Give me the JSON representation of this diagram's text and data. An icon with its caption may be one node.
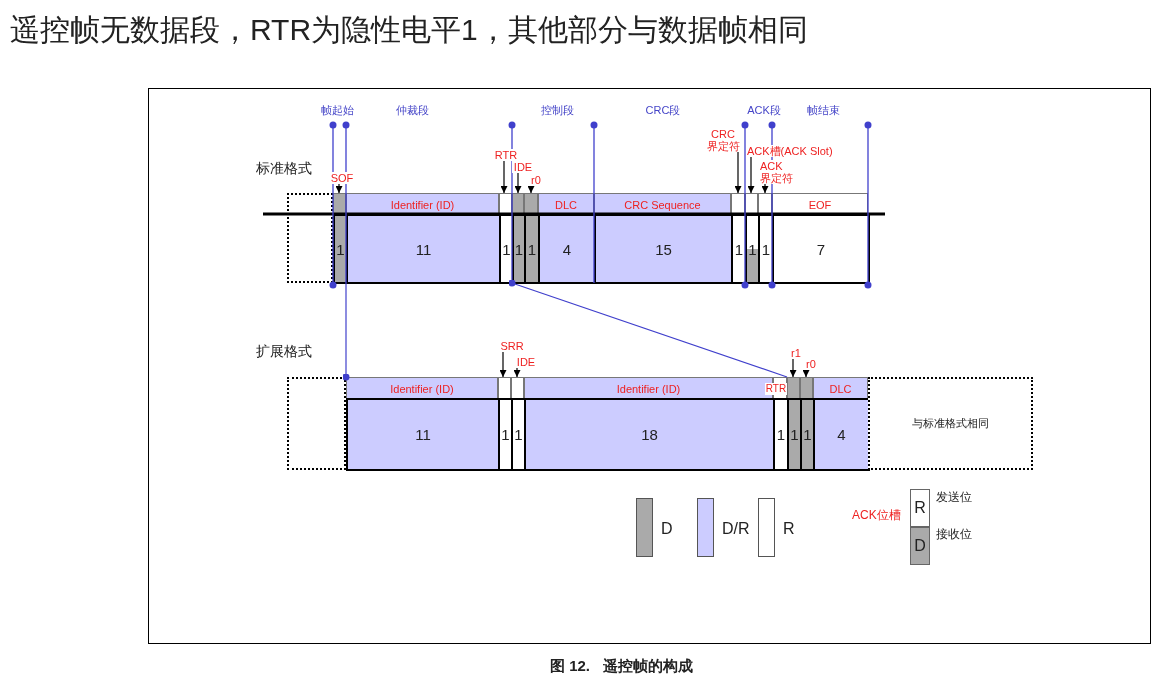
{
  "diagram": {
    "title": "遥控帧无数据段，RTR为隐性电平1，其他部分与数据帧相同",
    "caption": "图 12.   遥控帧的构成",
    "nodes": [
      {
        "text": [],
        "shape": "box"
      },
      {
        "text": [
          "1"
        ]
      },
      {
        "text": [
          "Identifier (ID)",
          "11"
        ]
      },
      {
        "text": [
          "1"
        ]
      },
      {
        "text": [
          "1"
        ]
      },
      {
        "text": [
          "1"
        ]
      },
      {
        "text": [
          "DLC",
          "4"
        ]
      },
      {
        "text": [
          "CRC Sequence",
          "15"
        ]
      },
      {
        "text": [
          "1"
        ]
      },
      {
        "text": [
          "1"
        ]
      },
      {
        "text": [
          "1"
        ]
      },
      {
        "text": [
          "EOF",
          "7"
        ]
      },
      {
        "text": [
          "SOF"
        ]
      },
      {
        "text": [
          "RTR"
        ]
      },
      {
        "text": [
          "IDE"
        ]
      },
      {
        "text": [
          "r0"
        ]
      },
      {
        "text": [
          "CRC 界定符"
        ]
      },
      {
        "text": [
          "ACK槽(ACK Slot)"
        ]
      },
      {
        "text": [
          "ACK 界定符"
        ]
      },
      {
        "text": [],
        "shape": "box"
      },
      {
        "text": [
          "Identifier (ID)",
          "11"
        ]
      },
      {
        "text": [
          "1"
        ]
      },
      {
        "text": [
          "1"
        ]
      },
      {
        "text": [
          "Identifier (ID)",
          "18"
        ]
      },
      {
        "text": [
          "1"
        ]
      },
      {
        "text": [
          "1"
        ]
      },
      {
        "text": [
          "1"
        ]
      },
      {
        "text": [
          "DLC",
          "4"
        ]
      },
      {
        "text": [
          "与标准格式相同"
        ]
      },
      {
        "text": [
          "SRR"
        ]
      },
      {
        "text": [
          "IDE"
        ]
      },
      {
        "text": [
          "r1"
        ]
      },
      {
        "text": [
          "r0"
        ]
      },
      {
        "text": [
          "R"
        ],
        "beside": [
          "发送位"
        ]
      },
      {
        "text": [
          "D"
        ],
        "beside": [
          "接收位"
        ]
      }
    ],
    "edges": [
      {
        "from": 12,
        "to": 1,
        "arrow": "to"
      },
      {
        "from": 13,
        "to": 3,
        "arrow": "to"
      },
      {
        "from": 14,
        "to": 4,
        "arrow": "to"
      },
      {
        "from": 15,
        "to": 5,
        "arrow": "to"
      },
      {
        "from": 16,
        "to": 8,
        "arrow": "to"
      },
      {
        "from": 17,
        "to": 9,
        "arrow": "to"
      },
      {
        "from": 18,
        "to": 10,
        "arrow": "to"
      },
      {
        "from": 1,
        "to": 20,
        "arrow": "other",
        "color": "#4040cc"
      },
      {
        "from": 4,
        "to": 25,
        "arrow": "other",
        "color": "#4040cc"
      },
      {
        "from": 29,
        "to": 21,
        "arrow": "to"
      },
      {
        "from": 30,
        "to": 22,
        "arrow": "to"
      },
      {
        "from": 31,
        "to": 25,
        "arrow": "to"
      },
      {
        "from": 32,
        "to": 26,
        "arrow": "to"
      }
    ],
    "labels": [
      "帧起始",
      "仲裁段",
      "控制段",
      "CRC段",
      "ACK段",
      "帧结束",
      "标准格式",
      "扩展格式",
      "RTR",
      "ACK位槽"
    ],
    "legend": [
      {
        "text": "D",
        "color": "#aaaaaa"
      },
      {
        "text": "D/R",
        "color": "#ccccff"
      },
      {
        "text": "R",
        "color": "#ffffff"
      }
    ]
  }
}
